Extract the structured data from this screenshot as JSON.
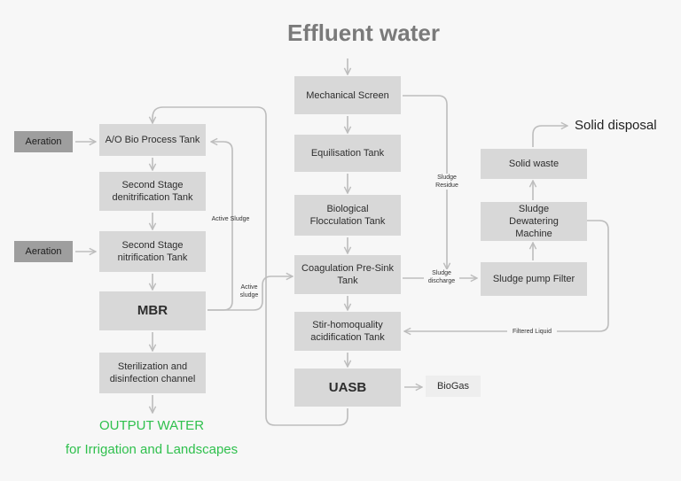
{
  "title": "Effluent water",
  "solid_disposal": "Solid disposal",
  "output": {
    "line1": "OUTPUT WATER",
    "line2": "for Irrigation and Landscapes"
  },
  "nodes": {
    "aeration_1": "Aeration",
    "aeration_2": "Aeration",
    "ao_tank": "A/O Bio Process Tank",
    "second_denit": "Second Stage denitrification Tank",
    "second_nitr": "Second Stage nitrification Tank",
    "mbr": "MBR",
    "sterilization": "Sterilization and disinfection channel",
    "mech_screen": "Mechanical Screen",
    "equalisation": "Equilisation Tank",
    "bio_floc": "Biological Flocculation Tank",
    "coag": "Coagulation Pre-Sink Tank",
    "stir": "Stir-homoquality acidification Tank",
    "uasb": "UASB",
    "biogas": "BioGas",
    "solid_waste": "Solid waste",
    "dewatering": "Sludge Dewatering Machine",
    "pump_filter": "Sludge pump Filter"
  },
  "labels": {
    "active_sludge_1": "Active Sludge",
    "active_sludge_2": "Active sludge",
    "sludge_residue": "Sludge Residue",
    "sludge_discharge": "Sludge discharge",
    "filtered_liquid": "Filtered Liquid"
  },
  "colors": {
    "box": "#d8d8d8",
    "dark_box": "#9e9e9e",
    "arrow": "#bdbdbd",
    "output_text": "#2fc04d"
  }
}
